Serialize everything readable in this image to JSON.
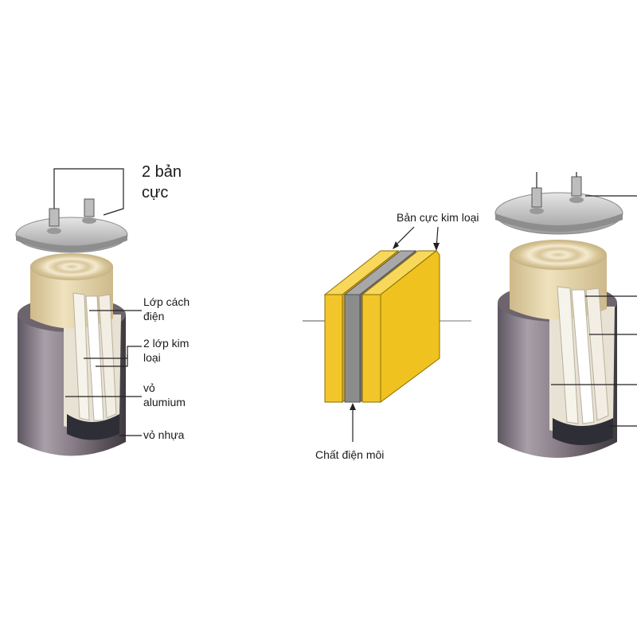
{
  "left_figure": {
    "labels": {
      "electrodes_line1": "2 bản",
      "electrodes_line2": "cực",
      "insulation_line1": "Lớp cách",
      "insulation_line2": "điện",
      "metal_layers_line1": "2 lớp kim",
      "metal_layers_line2": "loại",
      "aluminum_shell_line1": "vỏ",
      "aluminum_shell_line2": "alumium",
      "plastic_shell": "vỏ nhựa"
    }
  },
  "middle_figure": {
    "labels": {
      "metal_plates": "Bản cực kim loại",
      "dielectric": "Chất điện môi"
    },
    "colors": {
      "plate": "#f2c62a",
      "plate_side": "#d9a914",
      "dielectric": "#8c8c8c"
    }
  },
  "colors": {
    "can_body": "#7a6f78",
    "can_dark": "#3e3a40",
    "roll_paper": "#e8d9b0",
    "foil": "#f3efe6",
    "lid": "#c9c9c9"
  }
}
